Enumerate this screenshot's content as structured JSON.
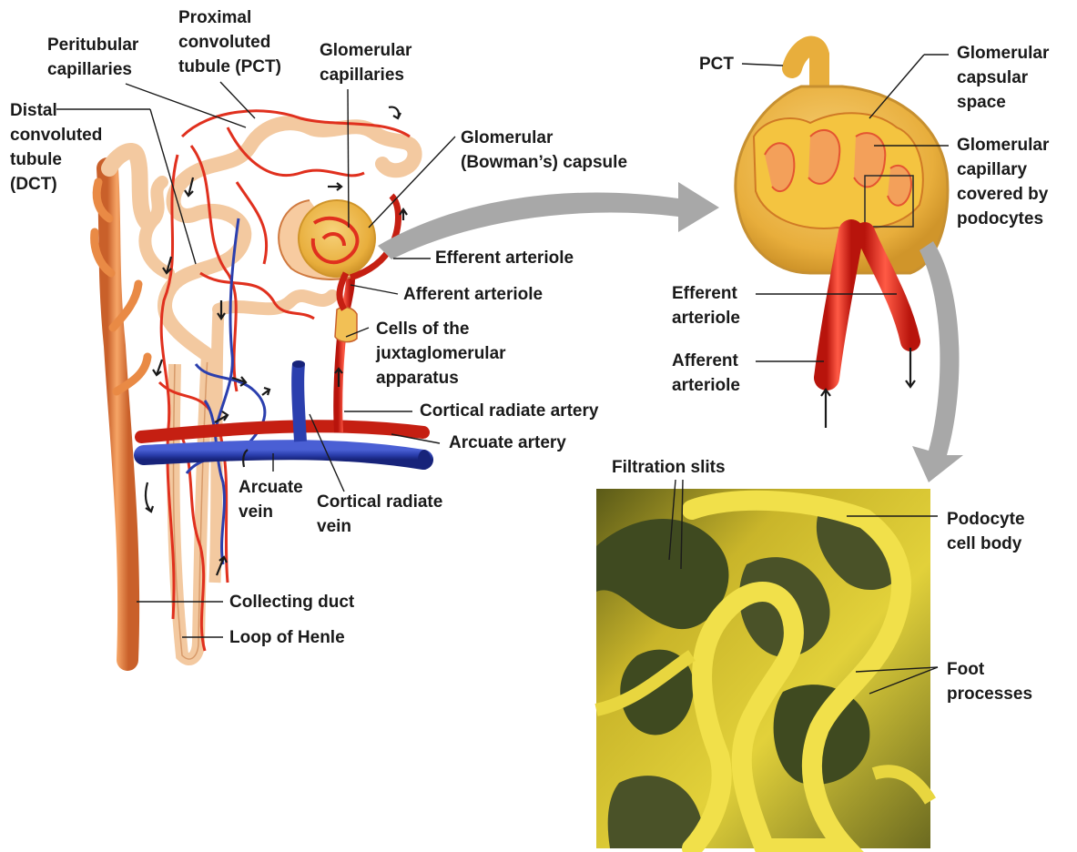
{
  "labels": {
    "proximal_convoluted_tubule": [
      "Proximal",
      "convoluted",
      "tubule (PCT)"
    ],
    "peritubular_capillaries": [
      "Peritubular",
      "capillaries"
    ],
    "distal_convoluted_tubule": [
      "Distal",
      "convoluted",
      "tubule",
      "(DCT)"
    ],
    "glomerular_capillaries_left": [
      "Glomerular",
      "capillaries"
    ],
    "glomerular_bowmans_capsule": [
      "Glomerular",
      "(Bowman’s) capsule"
    ],
    "efferent_arteriole_left": [
      "Efferent arteriole"
    ],
    "afferent_arteriole_left": [
      "Afferent arteriole"
    ],
    "juxtaglomerular_cells": [
      "Cells of the",
      "juxtaglomerular",
      "apparatus"
    ],
    "cortical_radiate_artery": [
      "Cortical radiate artery"
    ],
    "arcuate_artery": [
      "Arcuate artery"
    ],
    "arcuate_vein": [
      "Arcuate",
      "vein"
    ],
    "cortical_radiate_vein": [
      "Cortical radiate",
      "vein"
    ],
    "collecting_duct": [
      "Collecting duct"
    ],
    "loop_of_henle": [
      "Loop of Henle"
    ],
    "pct_right": [
      "PCT"
    ],
    "glomerular_capsular_space": [
      "Glomerular",
      "capsular",
      "space"
    ],
    "glomerular_capillary_podocytes": [
      "Glomerular",
      "capillary",
      "covered by",
      "podocytes"
    ],
    "efferent_arteriole_right": [
      "Efferent",
      "arteriole"
    ],
    "afferent_arteriole_right": [
      "Afferent",
      "arteriole"
    ],
    "filtration_slits": [
      "Filtration slits"
    ],
    "podocyte_cell_body": [
      "Podocyte",
      "cell body"
    ],
    "foot_processes": [
      "Foot",
      "processes"
    ]
  },
  "colors": {
    "artery": "#e0301e",
    "vein": "#2b3fae",
    "tubule": "#f3c9a0",
    "collecting_duct": "#e98a45",
    "capsule": "#f2c055",
    "micrograph": "#c9b52a",
    "pointer": "#1a1a1a",
    "flow_arrow": "#a8a8a8"
  },
  "icons": [
    "flow-arrow-icon",
    "blood-flow-arrow-icon"
  ]
}
